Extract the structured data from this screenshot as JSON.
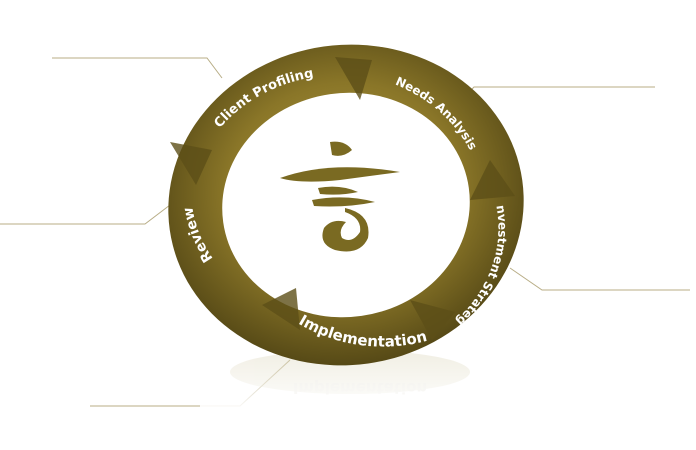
{
  "diagram": {
    "center_symbol": "logo-glyph",
    "ring_color": "#7a6a22",
    "ring_highlight": "#a08d3a",
    "ring_shadow": "#3e3510",
    "leader_color": "#b8ad86",
    "segments": [
      {
        "label": "Client Profiling"
      },
      {
        "label": "Needs Analysis"
      },
      {
        "label": "Investment Strategy"
      },
      {
        "label": "Implementation"
      },
      {
        "label": "Review"
      }
    ]
  }
}
